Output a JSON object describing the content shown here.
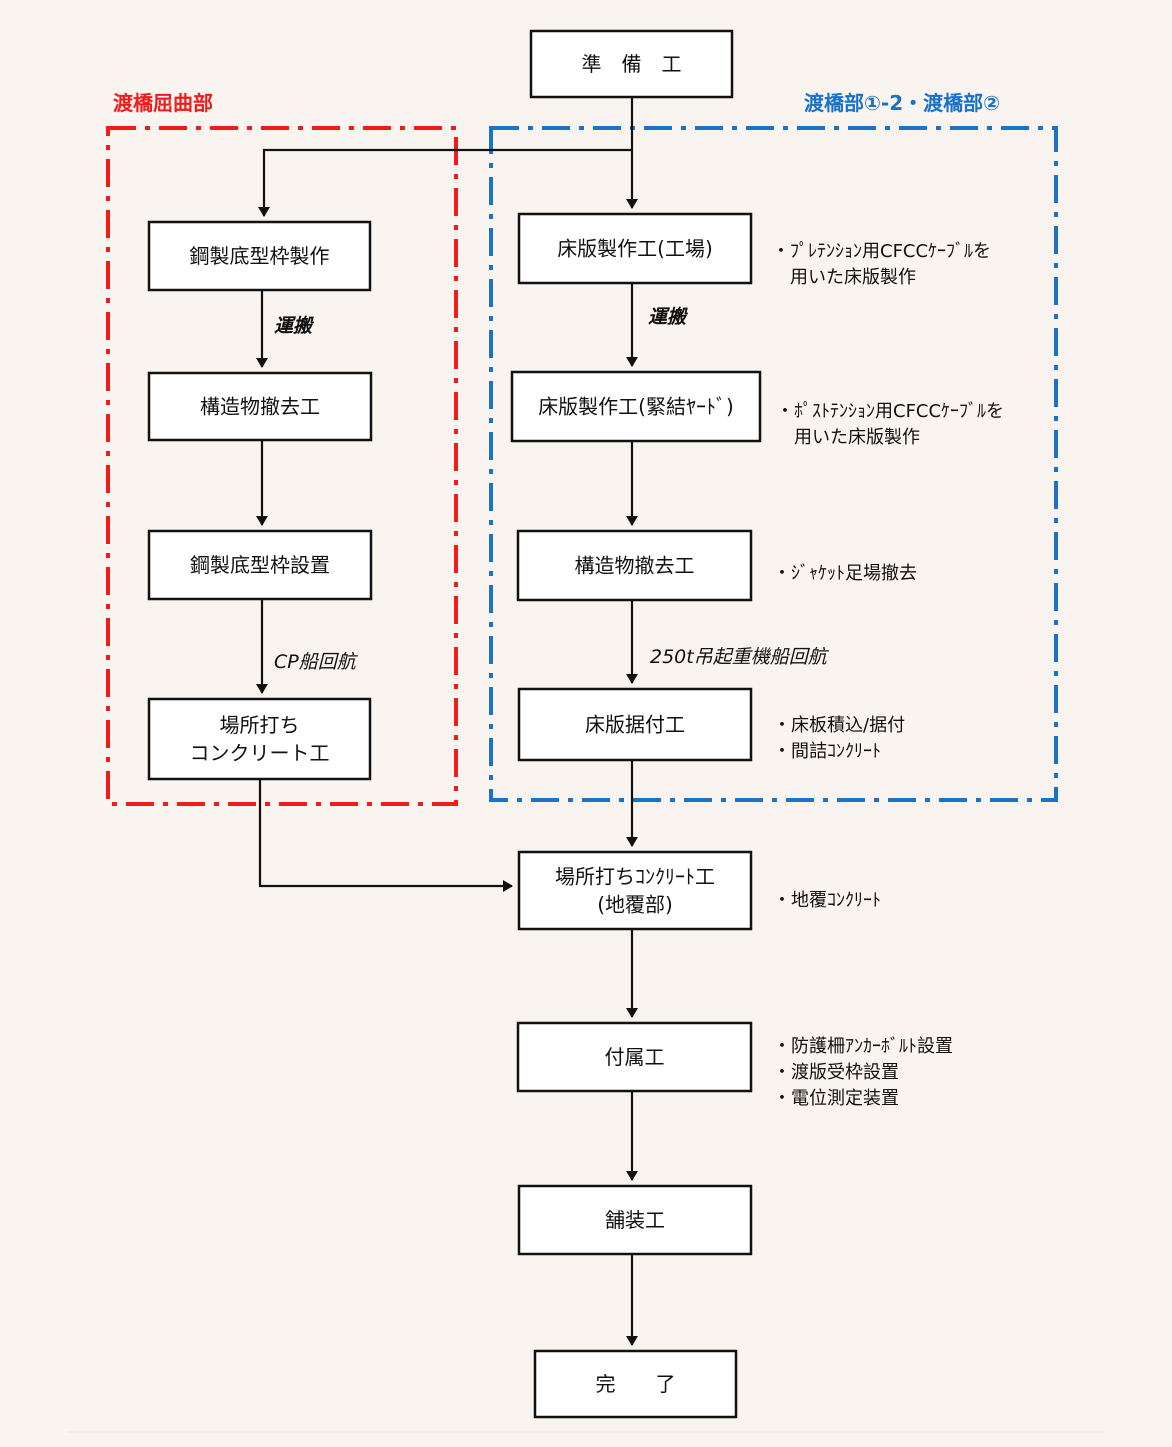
{
  "colors": {
    "background": "#f9f4ef",
    "red_group": "#ef1c1c",
    "blue_group": "#1a73c8",
    "line": "#111111"
  },
  "groups": {
    "left": {
      "title": "渡橋屈曲部",
      "color": "#ef1c1c"
    },
    "right": {
      "title": "渡橋部①-2・渡橋部②",
      "color": "#1a73c8"
    }
  },
  "nodes": {
    "start": [
      "準　備　工"
    ],
    "l1": [
      "鋼製底型枠製作"
    ],
    "l2": [
      "構造物撤去工"
    ],
    "l3": [
      "鋼製底型枠設置"
    ],
    "l4": [
      "場所打ち",
      "コンクリート工"
    ],
    "r1": [
      "床版製作工(工場)"
    ],
    "r2": [
      "床版製作工(緊結ﾔｰﾄﾞ)"
    ],
    "r3": [
      "構造物撤去工"
    ],
    "r4": [
      "床版据付工"
    ],
    "m1": [
      "場所打ちｺﾝｸﾘｰﾄ工",
      "(地覆部)"
    ],
    "m2": [
      "付属工"
    ],
    "m3": [
      "舗装工"
    ],
    "end": [
      "完　　了"
    ]
  },
  "edge_labels": {
    "l1_l2": "運搬",
    "l3_l4": "CP船回航",
    "r1_r2": "運搬",
    "r3_r4": "250t吊起重機船回航"
  },
  "notes": {
    "r1": [
      "・ﾌﾟﾚﾃﾝｼｮﾝ用CFCCｹｰﾌﾞﾙを",
      "　用いた床版製作"
    ],
    "r2": [
      "・ﾎﾟｽﾄﾃﾝｼｮﾝ用CFCCｹｰﾌﾞﾙを",
      "　用いた床版製作"
    ],
    "r3": [
      "・ｼﾞｬｹｯﾄ足場撤去"
    ],
    "r4": [
      "・床板積込/据付",
      "・間詰ｺﾝｸﾘｰﾄ"
    ],
    "m1": [
      "・地覆ｺﾝｸﾘｰﾄ"
    ],
    "m2": [
      "・防護柵ｱﾝｶｰﾎﾞﾙﾄ設置",
      "・渡版受枠設置",
      "・電位測定装置"
    ]
  }
}
